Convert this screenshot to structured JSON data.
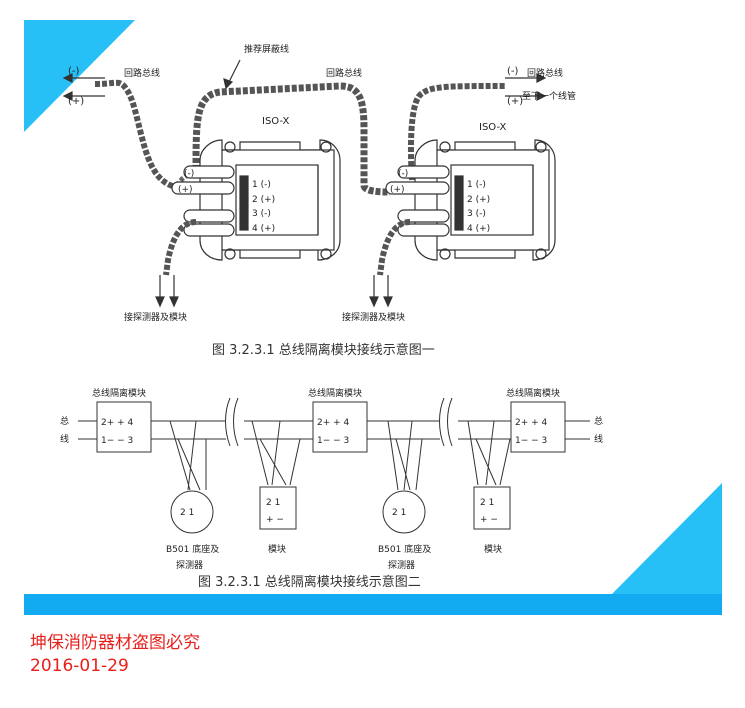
{
  "colors": {
    "accent": "#00b5f5",
    "bar": "#12aaf0",
    "watermark": "#e8201c"
  },
  "figure1": {
    "top_left_label": "回路总线",
    "minus": "(-)",
    "plus": "(+)",
    "shield_label": "推荐屏蔽线",
    "middle_label": "回路总线",
    "top_right_label": "回路总线",
    "next_label": "至下一个线管",
    "module_name": "ISO-X",
    "terminal_labels": [
      "1 (-)",
      "2 (+)",
      "3 (-)",
      "4 (+)"
    ],
    "bottom_label": "接探测器及模块",
    "caption": "图 3.2.3.1  总线隔离模块接线示意图一"
  },
  "figure2": {
    "module_title": "总线隔离模块",
    "pin_row_1": "2+    + 4",
    "pin_row_2": "1−    − 3",
    "bus_char_1": "总",
    "bus_char_2": "线",
    "detector_pins": "2    1",
    "module_pins_top": "2    1",
    "module_pins_bottom": "+    −",
    "detector_label_1": "B501 底座及",
    "detector_label_2": "探测器",
    "module_label": "模块",
    "caption": "图 3.2.3.1  总线隔离模块接线示意图二"
  },
  "footer": {
    "watermark_text": "坤保消防器材盗图必究",
    "date": "2016-01-29"
  }
}
